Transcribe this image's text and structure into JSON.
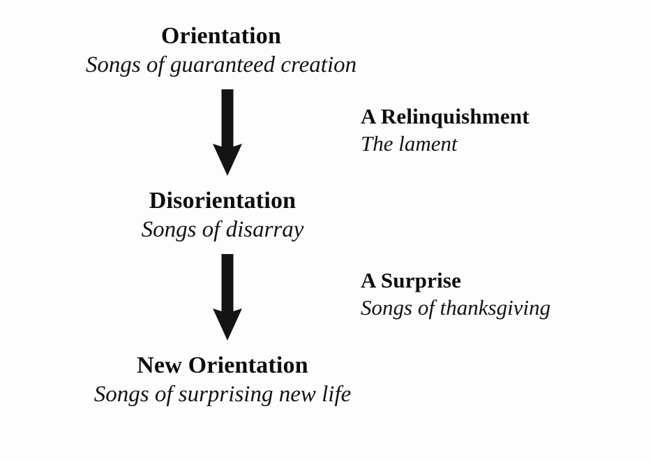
{
  "diagram": {
    "title": "Orientation / Disorientation / New Orientation",
    "background_color": "#fdfdfd",
    "ink_color": "#101010",
    "stages": [
      {
        "title": "Orientation",
        "subtitle": "Songs of guaranteed creation"
      },
      {
        "title": "Disorientation",
        "subtitle": "Songs of disarray"
      },
      {
        "title": "New Orientation",
        "subtitle": "Songs of surprising new life"
      }
    ],
    "notes": [
      {
        "title": "A Relinquishment",
        "subtitle": "The lament"
      },
      {
        "title": "A Surprise",
        "subtitle": "Songs of thanksgiving"
      }
    ],
    "arrows": [
      {
        "name": "arrow-down-orientation-to-disorientation",
        "direction": "down"
      },
      {
        "name": "arrow-down-disorientation-to-new-orientation",
        "direction": "down"
      }
    ]
  }
}
